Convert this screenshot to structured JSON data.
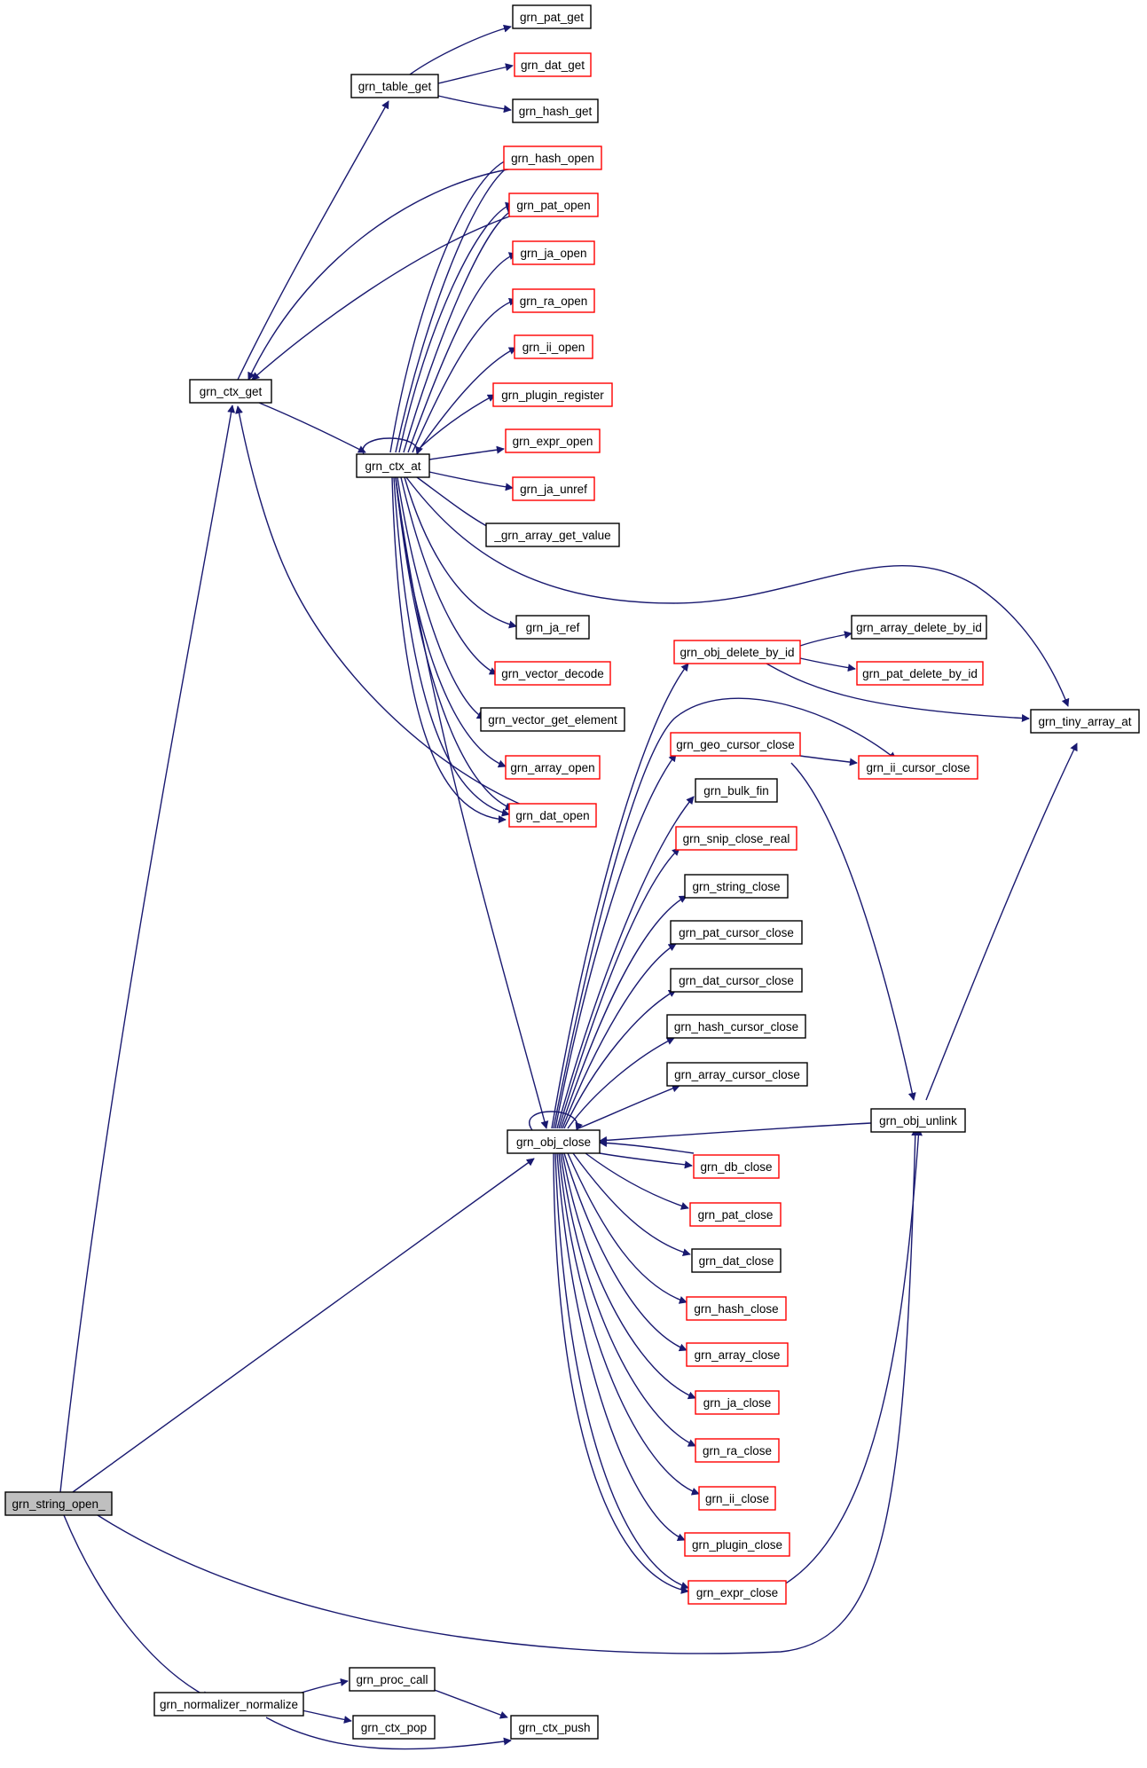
{
  "colors": {
    "edge": "#191970",
    "linked_node_border": "#ff0000",
    "normal_node_border": "#000000",
    "root_node_fill": "#bfbfbf"
  },
  "nodes": {
    "grn_string_open_": "grn_string_open_",
    "grn_ctx_get": "grn_ctx_get",
    "grn_table_get": "grn_table_get",
    "grn_pat_get": "grn_pat_get",
    "grn_dat_get": "grn_dat_get",
    "grn_hash_get": "grn_hash_get",
    "grn_hash_open": "grn_hash_open",
    "grn_pat_open": "grn_pat_open",
    "grn_ja_open": "grn_ja_open",
    "grn_ra_open": "grn_ra_open",
    "grn_ii_open": "grn_ii_open",
    "grn_plugin_register": "grn_plugin_register",
    "grn_expr_open": "grn_expr_open",
    "grn_ja_unref": "grn_ja_unref",
    "_grn_array_get_value": "_grn_array_get_value",
    "grn_ja_ref": "grn_ja_ref",
    "grn_vector_decode": "grn_vector_decode",
    "grn_vector_get_element": "grn_vector_get_element",
    "grn_array_open": "grn_array_open",
    "grn_dat_open": "grn_dat_open",
    "grn_ctx_at": "grn_ctx_at",
    "grn_obj_delete_by_id": "grn_obj_delete_by_id",
    "grn_array_delete_by_id": "grn_array_delete_by_id",
    "grn_pat_delete_by_id": "grn_pat_delete_by_id",
    "grn_tiny_array_at": "grn_tiny_array_at",
    "grn_geo_cursor_close": "grn_geo_cursor_close",
    "grn_ii_cursor_close": "grn_ii_cursor_close",
    "grn_bulk_fin": "grn_bulk_fin",
    "grn_snip_close_real": "grn_snip_close_real",
    "grn_string_close": "grn_string_close",
    "grn_pat_cursor_close": "grn_pat_cursor_close",
    "grn_dat_cursor_close": "grn_dat_cursor_close",
    "grn_hash_cursor_close": "grn_hash_cursor_close",
    "grn_array_cursor_close": "grn_array_cursor_close",
    "grn_obj_unlink": "grn_obj_unlink",
    "grn_obj_close": "grn_obj_close",
    "grn_db_close": "grn_db_close",
    "grn_pat_close": "grn_pat_close",
    "grn_dat_close": "grn_dat_close",
    "grn_hash_close": "grn_hash_close",
    "grn_array_close": "grn_array_close",
    "grn_ja_close": "grn_ja_close",
    "grn_ra_close": "grn_ra_close",
    "grn_ii_close": "grn_ii_close",
    "grn_plugin_close": "grn_plugin_close",
    "grn_expr_close": "grn_expr_close",
    "grn_normalizer_normalize": "grn_normalizer_normalize",
    "grn_proc_call": "grn_proc_call",
    "grn_ctx_pop": "grn_ctx_pop",
    "grn_ctx_push": "grn_ctx_push"
  }
}
